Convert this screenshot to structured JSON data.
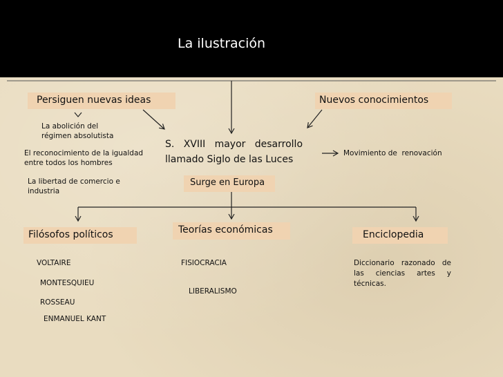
{
  "title": "La ilustración",
  "central": {
    "line1": "S.   XVIII   mayor   desarrollo",
    "line2": "llamado Siglo de las Luces"
  },
  "surge": "Surge en Europa",
  "left_box": "Persiguen nuevas ideas",
  "right_box": "Nuevos conocimientos",
  "left_items": [
    "La abolición del",
    "régimen absolutista",
    "El reconocimiento de la igualdad",
    "entre todos los hombres",
    "La libertad de comercio e",
    "industria"
  ],
  "renovacion": "Movimiento de  renovación",
  "branches": {
    "filosofos": {
      "label": "Filósofos políticos",
      "items": [
        "VOLTAIRE",
        "MONTESQUIEU",
        "ROSSEAU",
        "ENMANUEL KANT"
      ]
    },
    "teorias": {
      "label": "Teorías económicas",
      "items": [
        "FISIOCRACIA",
        "LIBERALISMO"
      ]
    },
    "enciclopedia": {
      "label": "Enciclopedia",
      "description_lines": [
        "Diccionario razonado de",
        "las ciencias artes y",
        "técnicas."
      ]
    }
  },
  "colors": {
    "header": "#000000",
    "background": "#e9dcc0",
    "box_fill": "#f0d3b1"
  }
}
